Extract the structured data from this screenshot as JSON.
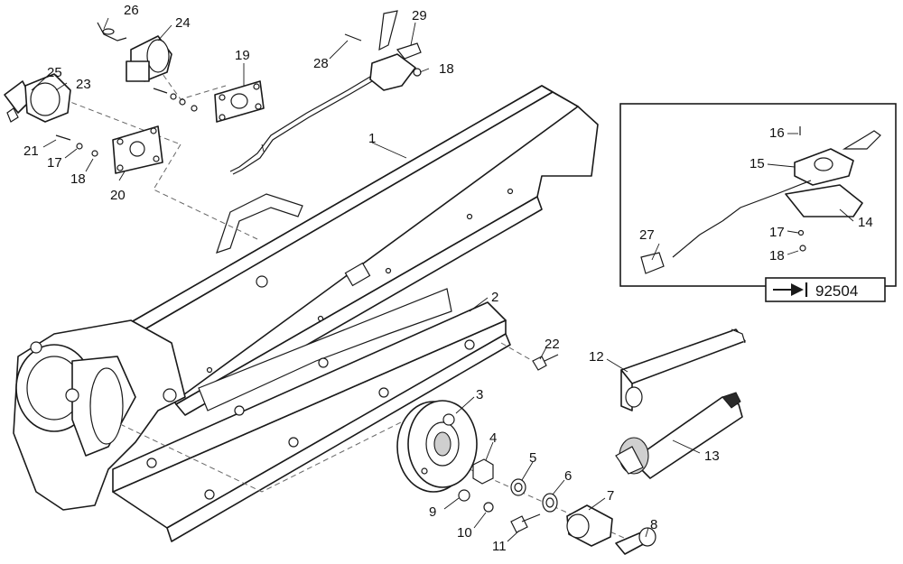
{
  "callouts": {
    "c1": "1",
    "c2": "2",
    "c3": "3",
    "c4": "4",
    "c5": "5",
    "c6": "6",
    "c7": "7",
    "c8": "8",
    "c9": "9",
    "c10": "10",
    "c11": "11",
    "c12": "12",
    "c13": "13",
    "c14": "14",
    "c15": "15",
    "c16": "16",
    "c17a": "17",
    "c17b": "17",
    "c18a": "18",
    "c18b": "18",
    "c18c": "18",
    "c19": "19",
    "c20": "20",
    "c21": "21",
    "c22": "22",
    "c23": "23",
    "c24": "24",
    "c25": "25",
    "c26": "26",
    "c27": "27",
    "c28": "28",
    "c29": "29"
  },
  "inset": {
    "reference_number": "92504",
    "reference_icon": "arrow-to-bar-icon"
  }
}
